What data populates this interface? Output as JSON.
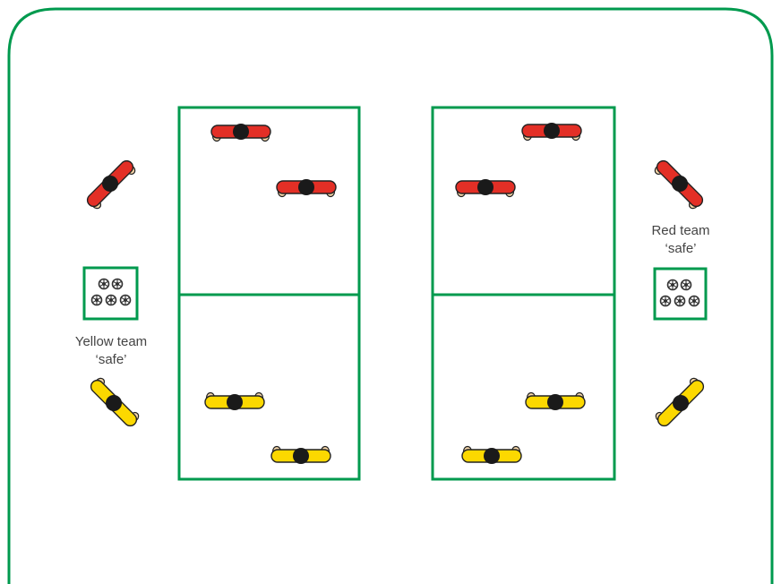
{
  "colors": {
    "line": "#009a4e",
    "red_team": "#e32f26",
    "yellow_team": "#fcd800",
    "player_head": "#1a1a1a",
    "hands": "#f6d7a8",
    "ball": "#333333"
  },
  "labels": {
    "yellow_safe_line1": "Yellow team",
    "yellow_safe_line2": "‘safe’",
    "red_safe_line1": "Red team",
    "red_safe_line2": "‘safe’"
  },
  "players": [
    {
      "team": "red",
      "zone": "left-top",
      "facing": "down"
    },
    {
      "team": "red",
      "zone": "left-top",
      "facing": "down"
    },
    {
      "team": "red",
      "zone": "right-top",
      "facing": "down"
    },
    {
      "team": "red",
      "zone": "right-top",
      "facing": "down"
    },
    {
      "team": "red",
      "zone": "outside-left",
      "facing": "diagonal"
    },
    {
      "team": "red",
      "zone": "outside-right",
      "facing": "diagonal"
    },
    {
      "team": "yellow",
      "zone": "left-bottom",
      "facing": "up"
    },
    {
      "team": "yellow",
      "zone": "left-bottom",
      "facing": "up"
    },
    {
      "team": "yellow",
      "zone": "right-bottom",
      "facing": "up"
    },
    {
      "team": "yellow",
      "zone": "right-bottom",
      "facing": "up"
    },
    {
      "team": "yellow",
      "zone": "outside-left",
      "facing": "diagonal"
    },
    {
      "team": "yellow",
      "zone": "outside-right",
      "facing": "diagonal"
    }
  ],
  "safe_zones": [
    {
      "team": "yellow",
      "balls": 5
    },
    {
      "team": "red",
      "balls": 5
    }
  ]
}
